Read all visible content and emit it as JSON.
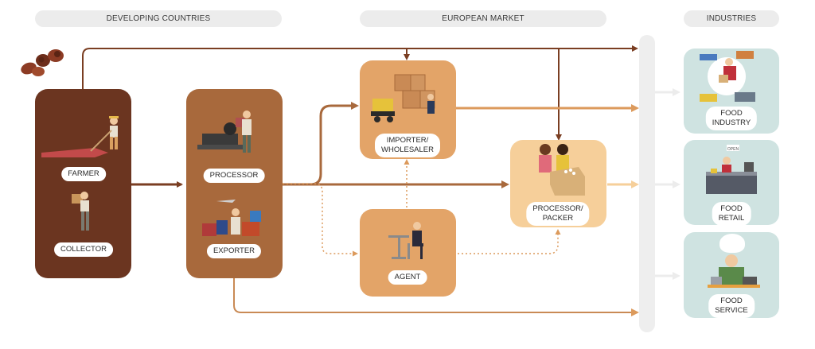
{
  "headers": {
    "developing": "DEVELOPING COUNTRIES",
    "european": "EUROPEAN MARKET",
    "industries": "INDUSTRIES"
  },
  "nodes": {
    "farmer": "FARMER",
    "collector": "COLLECTOR",
    "processor": "PROCESSOR",
    "exporter": "EXPORTER",
    "importer_line1": "IMPORTER/",
    "importer_line2": "WHOLESALER",
    "agent": "AGENT",
    "packer_line1": "PROCESSOR/",
    "packer_line2": "PACKER",
    "food_industry_line1": "FOOD",
    "food_industry_line2": "INDUSTRY",
    "food_retail_line1": "FOOD",
    "food_retail_line2": "RETAIL",
    "food_service_line1": "FOOD",
    "food_service_line2": "SERVICE"
  },
  "retail_sign": "OPEN",
  "colors": {
    "dark_brown": "#6b3520",
    "mid_brown": "#a8693c",
    "light_orange": "#e3a468",
    "pale_orange": "#f6cf9a",
    "industry_teal": "#cfe3e1",
    "header_grey": "#ececec"
  }
}
